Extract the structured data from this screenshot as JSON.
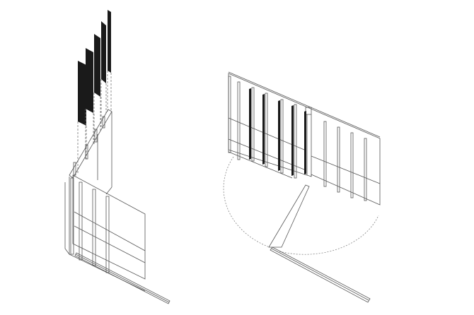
{
  "colors": {
    "background": "#ffffff",
    "line": "#555555",
    "fill_dark": "#1a1a1a",
    "dashed": "#888888"
  },
  "figures": [
    {
      "id": "left-assembly",
      "panel_count": 5
    },
    {
      "id": "right-assembly",
      "panel_count": 5
    }
  ]
}
